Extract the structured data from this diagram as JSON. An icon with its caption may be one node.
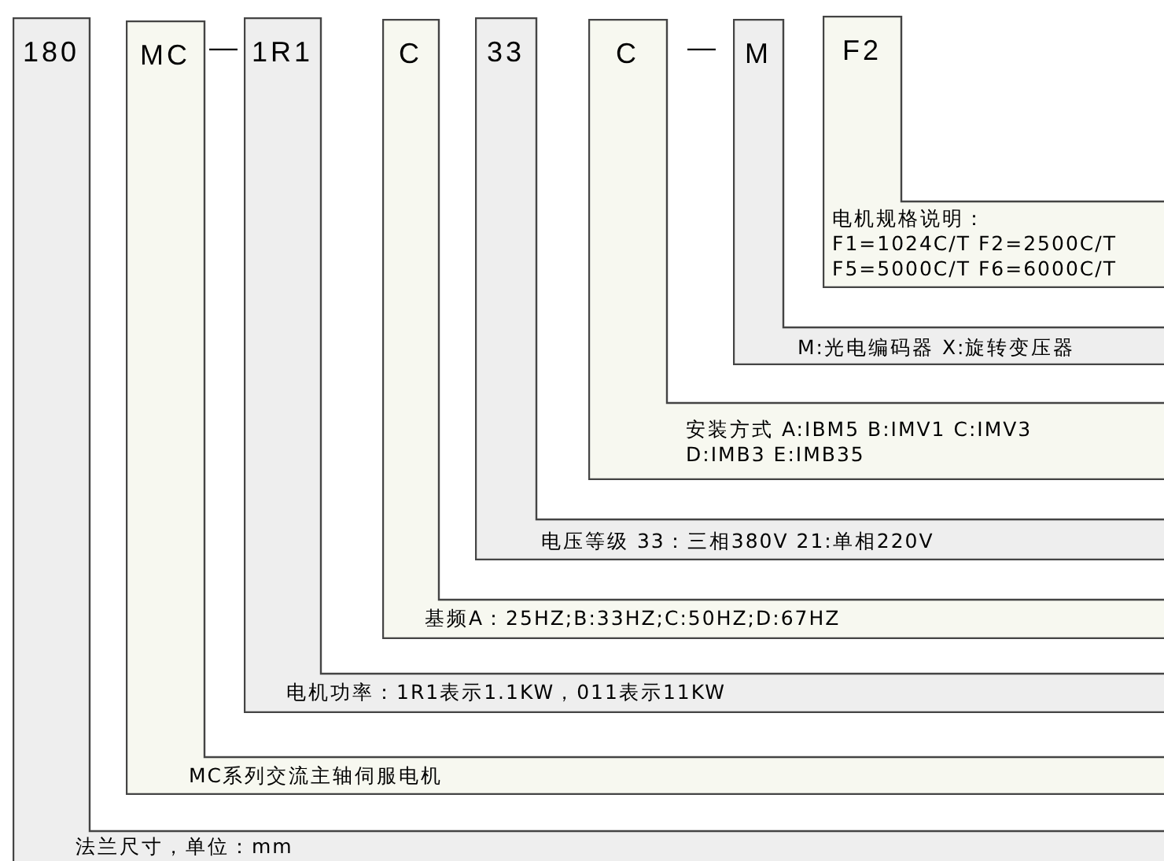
{
  "diagram": {
    "nodes": [
      {
        "text": [
          "180",
          "法兰尺寸，单位：mm"
        ]
      },
      {
        "text": [
          "MC",
          "MC系列交流主轴伺服电机"
        ]
      },
      {
        "text": [
          "1R1",
          "电机功率：1R1表示1.1KW，011表示11KW"
        ]
      },
      {
        "text": [
          "C",
          "基频A：25HZ;B:33HZ;C:50HZ;D:67HZ"
        ]
      },
      {
        "text": [
          "33",
          "电压等级 33：三相380V 21:单相220V"
        ]
      },
      {
        "text": [
          "C",
          "安装方式 A:IBM5 B:IMV1 C:IMV3 D:IMB3 E:IMB35"
        ]
      },
      {
        "text": [
          "M",
          "M:光电编码器 X:旋转变压器"
        ]
      },
      {
        "text": [
          "F2",
          "电机规格说明：",
          "F1=1024C/T F2=2500C/T F5=5000C/T F6=6000C/T"
        ]
      }
    ],
    "labels": [
      "—",
      "—"
    ]
  }
}
